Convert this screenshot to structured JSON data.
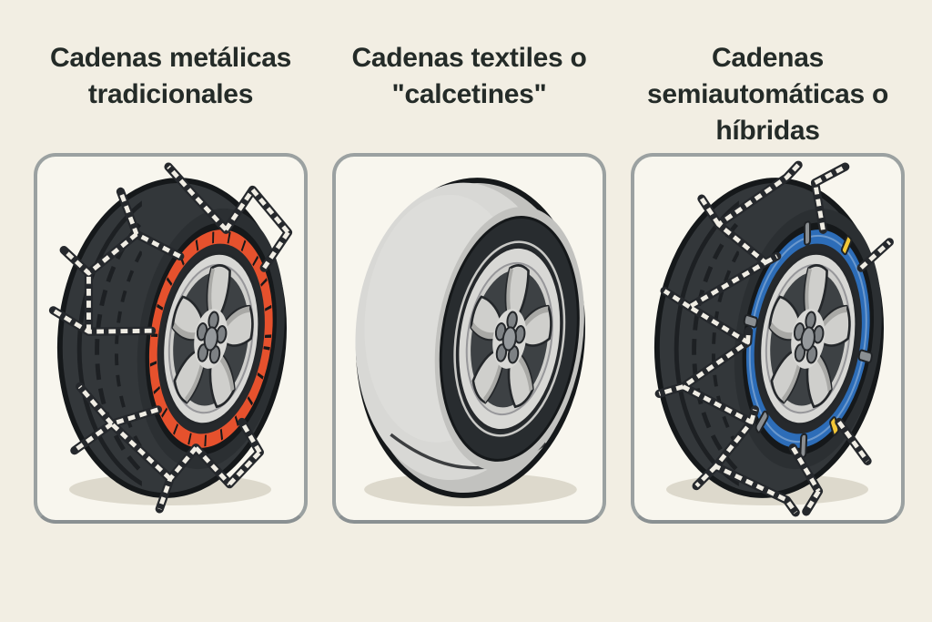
{
  "colors": {
    "bg": "#f2eee3",
    "panel-bg": "#f8f6ee",
    "panel-border": "#9ba1a1",
    "panel-border-dark": "#8a9092",
    "title": "#242b28",
    "tire": "#33373a",
    "tire-line": "#15181a",
    "tread-groove": "#1d2023",
    "chain-link": "#f0ede4",
    "chain-outline": "#25282c",
    "ring-red": "#e6512d",
    "ring-blue": "#2d6db8",
    "clip-yellow": "#f2c737",
    "connector": "#8b8f92",
    "rim": "#d8d8d5",
    "rim-mid": "#cfcfcc",
    "rim-line": "#97979a",
    "spoke-gap": "#3d4144",
    "spoke-shade": "#a9a9a6",
    "lug": "#7d8184",
    "hub-center": "#95999c",
    "sock": "#d8d8d5",
    "sock-base": "#c2c2bf",
    "sock-hi": "#e2e2df",
    "sock-ring": "#282c2f",
    "shadow": "#ddd9cc",
    "face-shade": "#2b2f32",
    "gap-ring": "#26292c",
    "outline-ink": "#24272a"
  },
  "panels": [
    {
      "title": "Cadenas metálicas tradicionales",
      "illustration": "tire-with-metal-chains-red-tensioner-icon"
    },
    {
      "title": "Cadenas textiles o \"calcetines\"",
      "illustration": "tire-with-textile-sock-cover-icon"
    },
    {
      "title": "Cadenas semiautomáticas o híbridas",
      "illustration": "tire-with-hybrid-chains-blue-ring-yellow-clips-icon"
    }
  ]
}
